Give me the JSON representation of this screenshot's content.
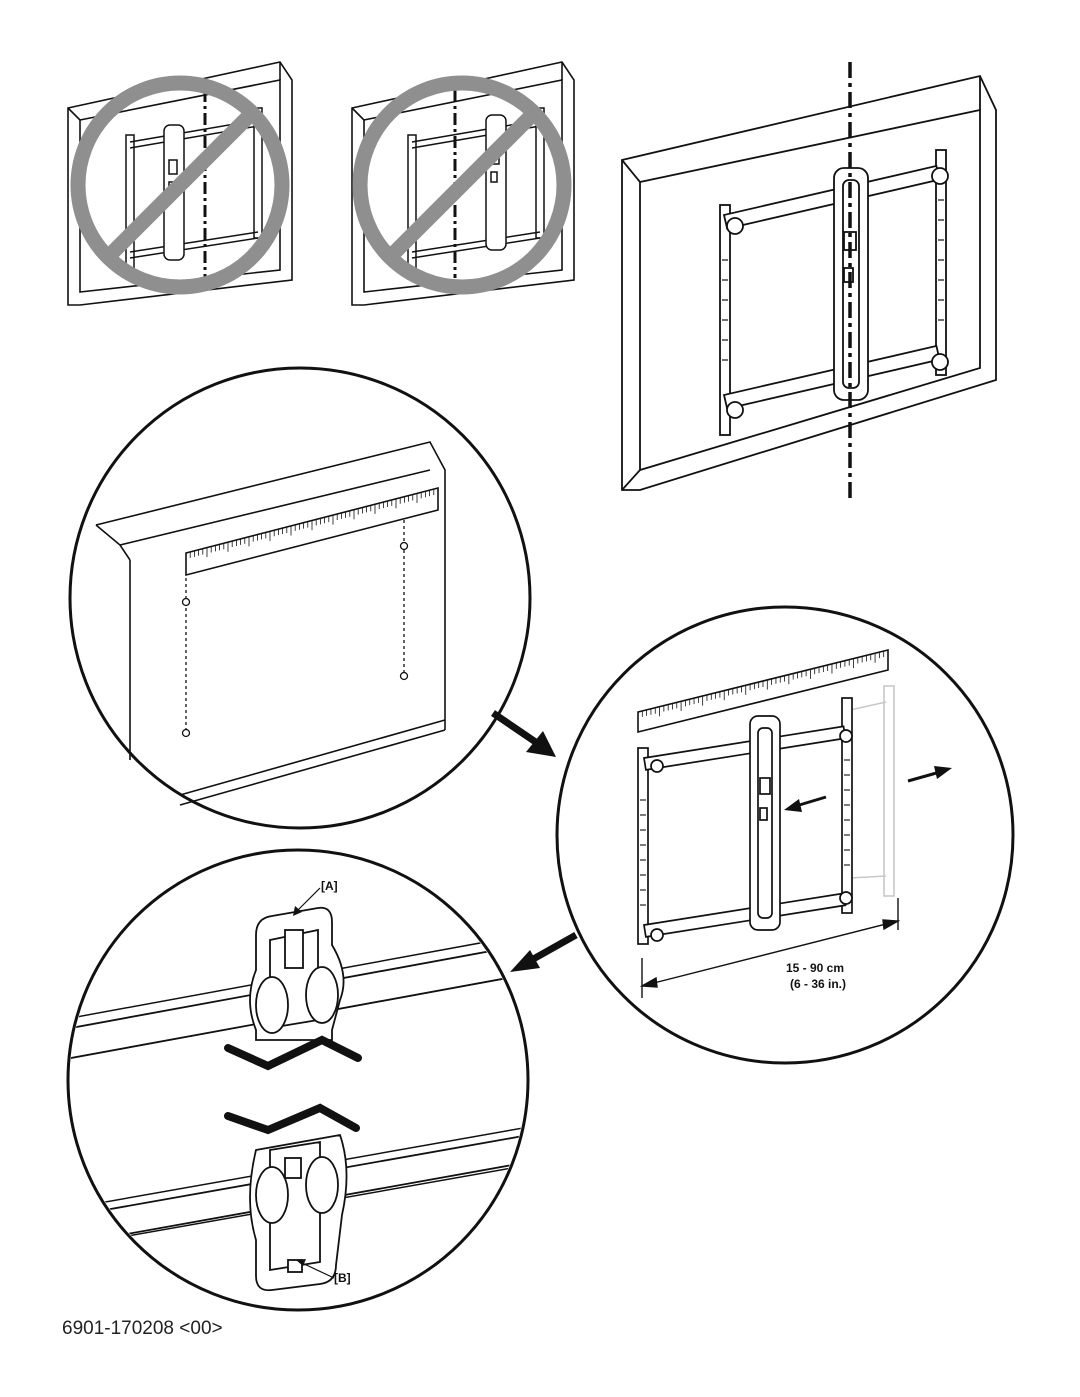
{
  "callouts": {
    "a": "[A]",
    "b": "[B]"
  },
  "dimension": {
    "metric": "15 - 90 cm",
    "imperial": "(6 - 36 in.)"
  },
  "footer": {
    "document_id": "6901-170208 <00>"
  },
  "colors": {
    "line": "#111111",
    "prohibition": "#8f8f8f",
    "ghost": "#c8c8c8"
  }
}
